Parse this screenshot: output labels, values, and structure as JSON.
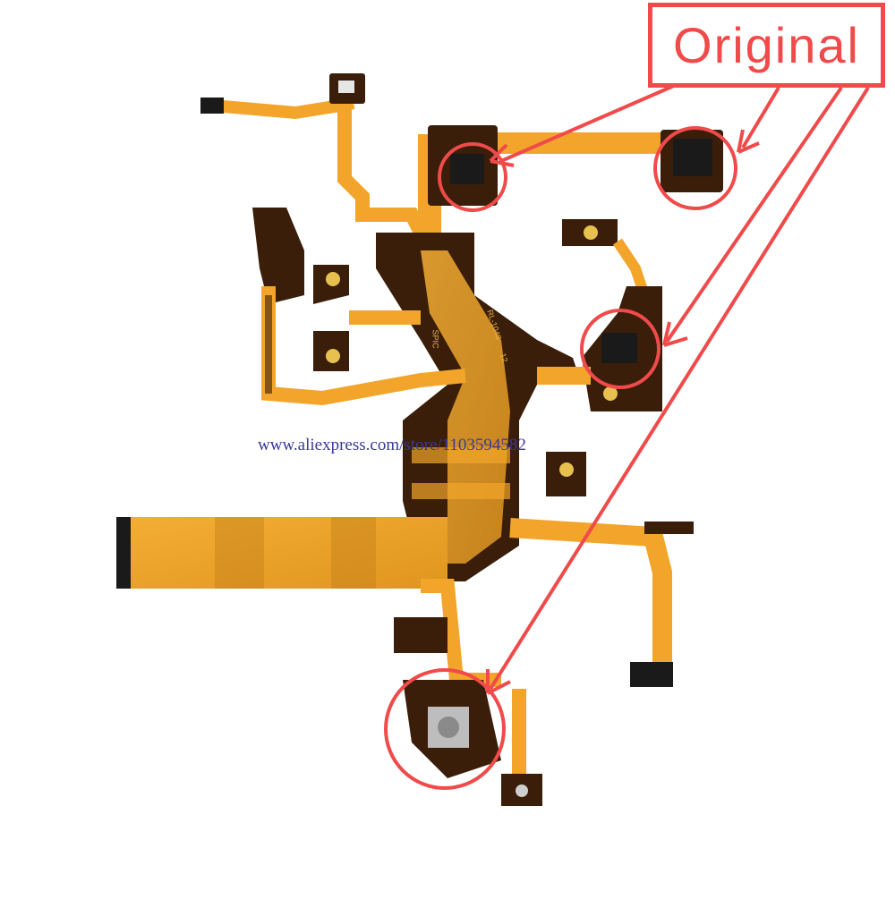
{
  "callout": {
    "label": "Original",
    "color": "#f04a4a"
  },
  "watermark": {
    "text": "www.aliexpress.com/store/1103594582"
  },
  "board_markings": {
    "part_number": "RL-1048",
    "sub_number": "12",
    "side_mark": "SPIC"
  },
  "colors": {
    "flex": "#f2a52a",
    "flex_dark": "#c8841a",
    "coverlay": "#3a1e0a",
    "connector": "#1a1a1a",
    "contact": "#cfcfcf"
  }
}
